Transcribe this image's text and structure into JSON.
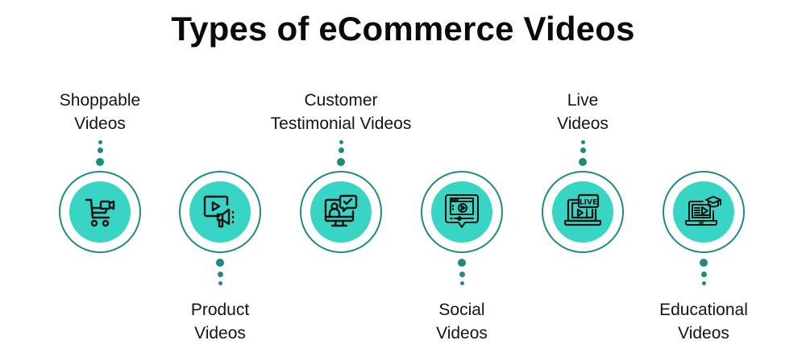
{
  "title": "Types of eCommerce Videos",
  "colors": {
    "ring": "#1f8a80",
    "disc": "#38d4c4",
    "dot": "#1f8a80",
    "text": "#141414"
  },
  "items": [
    {
      "line1": "Shoppable",
      "line2": "Videos",
      "position": "top",
      "icon": "shopping-cart-video-icon"
    },
    {
      "line1": "Product",
      "line2": "Videos",
      "position": "bottom",
      "icon": "video-megaphone-icon"
    },
    {
      "line1": "Customer",
      "line2": "Testimonial Videos",
      "position": "top",
      "icon": "monitor-testimonial-icon"
    },
    {
      "line1": "Social",
      "line2": "Videos",
      "position": "bottom",
      "icon": "social-video-bubble-icon"
    },
    {
      "line1": "Live",
      "line2": "Videos",
      "position": "top",
      "icon": "live-laptop-icon"
    },
    {
      "line1": "Educational",
      "line2": "Videos",
      "position": "bottom",
      "icon": "laptop-graduation-cap-icon"
    }
  ]
}
